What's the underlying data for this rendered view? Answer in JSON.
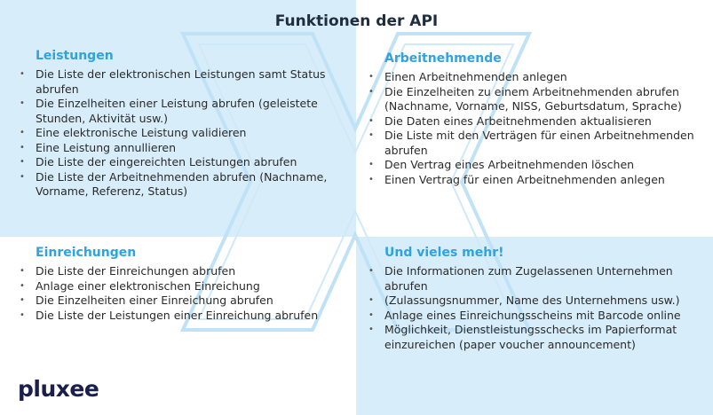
{
  "title": "Funktionen der API",
  "colors": {
    "accent": "#2ea3e0",
    "panel": "#d8edfa",
    "text": "#2a2a2a",
    "title": "#1f2d3d",
    "logo": "#1b1f4a"
  },
  "sections": {
    "leistungen": {
      "heading": "Leistungen",
      "items": [
        "Die Liste der elektronischen Leistungen samt Status abrufen",
        "Die Einzelheiten einer Leistung abrufen (geleistete Stunden, Aktivität usw.)",
        "Eine elektronische Leistung validieren",
        "Eine Leistung annullieren",
        "Die Liste der eingereichten Leistungen abrufen",
        "Die Liste der Arbeitnehmenden abrufen (Nachname, Vorname, Referenz, Status)"
      ]
    },
    "arbeitnehmende": {
      "heading": "Arbeitnehmende",
      "items": [
        "Einen Arbeitnehmenden anlegen",
        "Die Einzelheiten zu einem Arbeitnehmenden abrufen (Nachname, Vorname, NISS, Geburtsdatum, Sprache)",
        "Die Daten eines Arbeitnehmenden aktualisieren",
        "Die Liste mit den Verträgen für einen Arbeitnehmenden abrufen",
        "Den Vertrag eines Arbeitnehmenden löschen",
        "Einen Vertrag für einen Arbeitnehmenden anlegen"
      ]
    },
    "einreichungen": {
      "heading": "Einreichungen",
      "items": [
        "Die Liste der Einreichungen abrufen",
        "Anlage einer elektronischen Einreichung",
        "Die Einzelheiten einer Einreichung abrufen",
        "Die Liste der Leistungen einer Einreichung abrufen"
      ]
    },
    "mehr": {
      "heading": "Und vieles mehr!",
      "items": [
        "Die Informationen zum Zugelassenen Unternehmen abrufen",
        "(Zulassungsnummer, Name des Unternehmens usw.)",
        "Anlage eines Einreichungsscheins mit Barcode online",
        "Möglichkeit, Dienstleistungsschecks im Papierformat einzureichen (paper voucher announcement)"
      ]
    }
  },
  "logo": {
    "text": "pluxee"
  }
}
